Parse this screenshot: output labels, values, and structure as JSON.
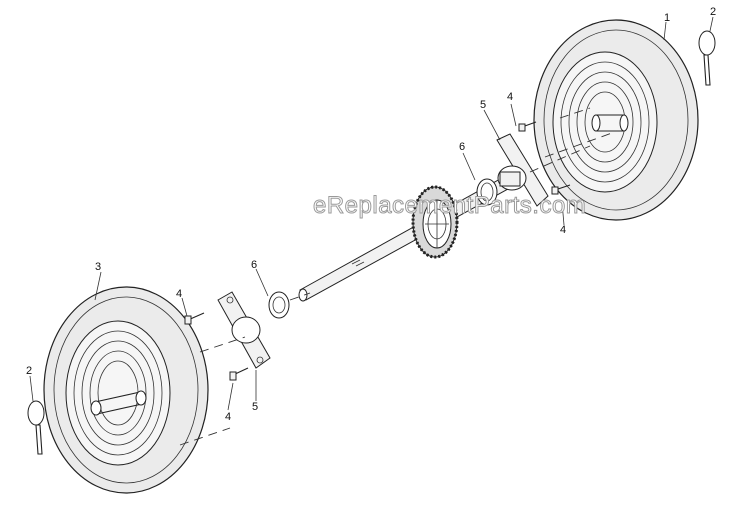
{
  "watermark": "eReplacementParts.com",
  "callouts": [
    {
      "id": "tire-right",
      "label": "1"
    },
    {
      "id": "pin-right",
      "label": "2"
    },
    {
      "id": "tire-left",
      "label": "3"
    },
    {
      "id": "bolt-upper-top",
      "label": "4"
    },
    {
      "id": "bolt-upper-bottom",
      "label": "4"
    },
    {
      "id": "bolt-lower-top",
      "label": "4"
    },
    {
      "id": "bolt-lower-bottom",
      "label": "4"
    },
    {
      "id": "bracket-upper",
      "label": "5"
    },
    {
      "id": "bracket-lower",
      "label": "5"
    },
    {
      "id": "washer-upper",
      "label": "6"
    },
    {
      "id": "washer-lower",
      "label": "6"
    },
    {
      "id": "pin-left",
      "label": "2"
    }
  ]
}
